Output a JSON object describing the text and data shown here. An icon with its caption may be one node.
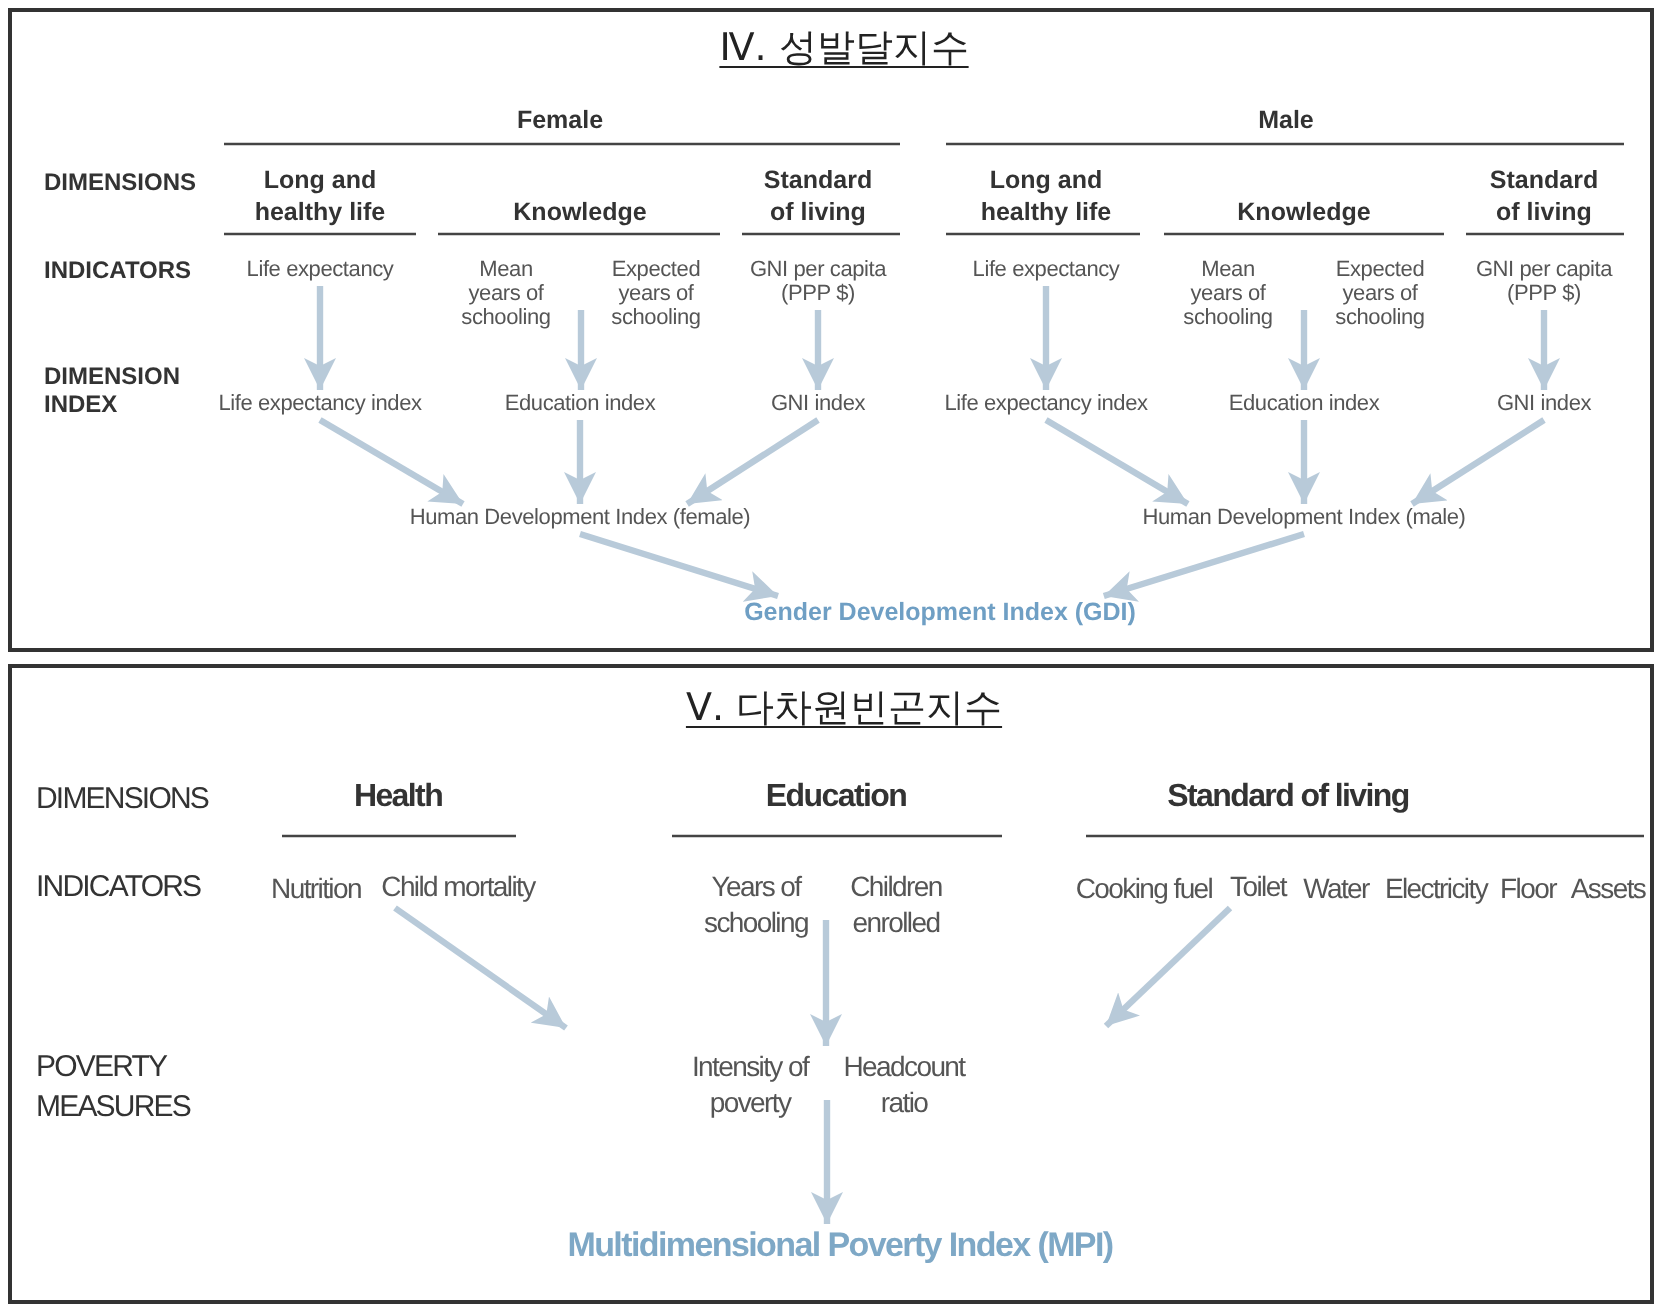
{
  "diagram": {
    "nodes": [
      {
        "text": [
          "Ⅳ. 성발달지수"
        ]
      },
      {
        "text": [
          "Life expectancy"
        ],
        "in": 0
      },
      {
        "text": [
          "Mean years of schooling"
        ],
        "in": 0
      },
      {
        "text": [
          "Expected years of schooling"
        ],
        "in": 0
      },
      {
        "text": [
          "GNI per capita (PPP $)"
        ],
        "in": 0
      },
      {
        "text": [
          "Life expectancy index"
        ],
        "in": 0
      },
      {
        "text": [
          "Education index"
        ],
        "in": 0
      },
      {
        "text": [
          "GNI index"
        ],
        "in": 0
      },
      {
        "text": [
          "Human Development Index (female)"
        ],
        "in": 0
      },
      {
        "text": [
          "Life expectancy"
        ],
        "in": 0
      },
      {
        "text": [
          "Mean years of schooling"
        ],
        "in": 0
      },
      {
        "text": [
          "Expected years of schooling"
        ],
        "in": 0
      },
      {
        "text": [
          "GNI per capita (PPP $)"
        ],
        "in": 0
      },
      {
        "text": [
          "Life expectancy index"
        ],
        "in": 0
      },
      {
        "text": [
          "Education index"
        ],
        "in": 0
      },
      {
        "text": [
          "GNI index"
        ],
        "in": 0
      },
      {
        "text": [
          "Human Development Index (male)"
        ],
        "in": 0
      },
      {
        "text": [
          "Gender Development Index (GDI)"
        ],
        "in": 0
      },
      {
        "text": [
          "Ⅴ. 다차원빈곤지수"
        ]
      },
      {
        "text": [
          "Child mortality"
        ],
        "in": 18
      },
      {
        "text": [
          "Years of schooling"
        ],
        "in": 18
      },
      {
        "text": [
          "Children enrolled"
        ],
        "in": 18
      },
      {
        "text": [
          "Toilet"
        ],
        "in": 18
      },
      {
        "text": [
          "Intensity of poverty"
        ],
        "in": 18
      },
      {
        "text": [
          "Headcount ratio"
        ],
        "in": 18
      },
      {
        "text": [
          "Multidimensional Poverty Index (MPI)"
        ],
        "in": 18
      }
    ],
    "edges": [
      {
        "from": 1,
        "to": 5,
        "arrow": "to"
      },
      {
        "from": 2,
        "to": 6,
        "arrow": "to"
      },
      {
        "from": 3,
        "to": 6,
        "arrow": "to"
      },
      {
        "from": 4,
        "to": 7,
        "arrow": "to"
      },
      {
        "from": 5,
        "to": 8,
        "arrow": "to"
      },
      {
        "from": 6,
        "to": 8,
        "arrow": "to"
      },
      {
        "from": 7,
        "to": 8,
        "arrow": "to"
      },
      {
        "from": 8,
        "to": 17,
        "arrow": "to"
      },
      {
        "from": 9,
        "to": 13,
        "arrow": "to"
      },
      {
        "from": 10,
        "to": 14,
        "arrow": "to"
      },
      {
        "from": 11,
        "to": 14,
        "arrow": "to"
      },
      {
        "from": 12,
        "to": 15,
        "arrow": "to"
      },
      {
        "from": 13,
        "to": 16,
        "arrow": "to"
      },
      {
        "from": 14,
        "to": 16,
        "arrow": "to"
      },
      {
        "from": 15,
        "to": 16,
        "arrow": "to"
      },
      {
        "from": 16,
        "to": 17,
        "arrow": "to"
      },
      {
        "from": 19,
        "to": null,
        "arrow": "to"
      },
      {
        "from": 20,
        "to": 23,
        "arrow": "to"
      },
      {
        "from": 20,
        "to": 24,
        "arrow": "to"
      },
      {
        "from": 21,
        "to": 23,
        "arrow": "to"
      },
      {
        "from": 21,
        "to": 24,
        "arrow": "to"
      },
      {
        "from": 22,
        "to": null,
        "arrow": "to"
      },
      {
        "from": 23,
        "to": 25,
        "arrow": "to"
      },
      {
        "from": 24,
        "to": 25,
        "arrow": "to"
      }
    ],
    "labels": [
      "Female",
      "Male",
      "DIMENSIONS",
      "Long and healthy life",
      "Knowledge",
      "Standard of living",
      "Long and healthy life",
      "Knowledge",
      "Standard of living",
      "INDICATORS",
      "DIMENSION INDEX",
      "DIMENSIONS",
      "Health",
      "Education",
      "Standard of living",
      "INDICATORS",
      "Nutrition",
      "Cooking fuel",
      "Water",
      "Electricity",
      "Floor",
      "Assets",
      "POVERTY MEASURES"
    ]
  }
}
